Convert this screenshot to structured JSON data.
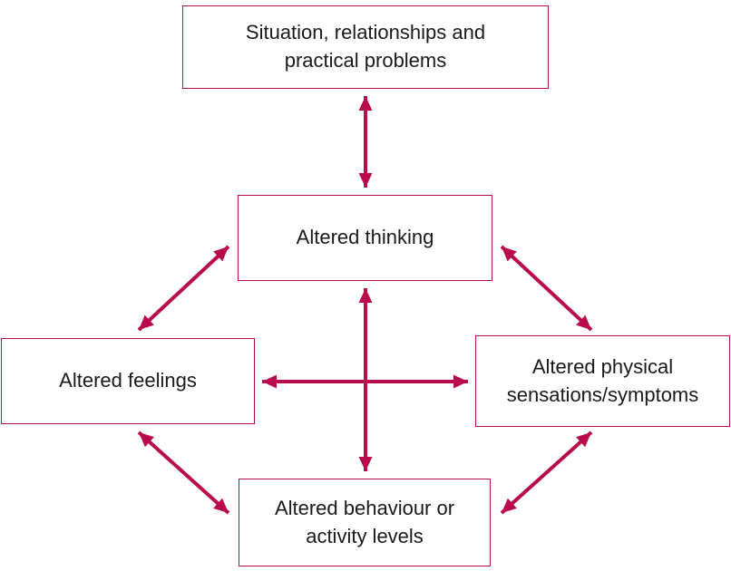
{
  "colors": {
    "accent": "#b80a4c",
    "text": "#1a1a1a",
    "background": "#ffffff"
  },
  "boxes": {
    "situation": {
      "label": "Situation, relationships and practical problems"
    },
    "thinking": {
      "label": "Altered thinking"
    },
    "feelings": {
      "label": "Altered feelings"
    },
    "physical": {
      "label": "Altered physical sensations/symptoms"
    },
    "behaviour": {
      "label": "Altered behaviour or activity levels"
    }
  },
  "connections": [
    {
      "from": "situation",
      "to": "thinking",
      "bidirectional": true
    },
    {
      "from": "thinking",
      "to": "feelings",
      "bidirectional": true
    },
    {
      "from": "thinking",
      "to": "physical",
      "bidirectional": true
    },
    {
      "from": "thinking",
      "to": "behaviour",
      "bidirectional": true
    },
    {
      "from": "feelings",
      "to": "physical",
      "bidirectional": true
    },
    {
      "from": "feelings",
      "to": "behaviour",
      "bidirectional": true
    },
    {
      "from": "physical",
      "to": "behaviour",
      "bidirectional": true
    }
  ]
}
